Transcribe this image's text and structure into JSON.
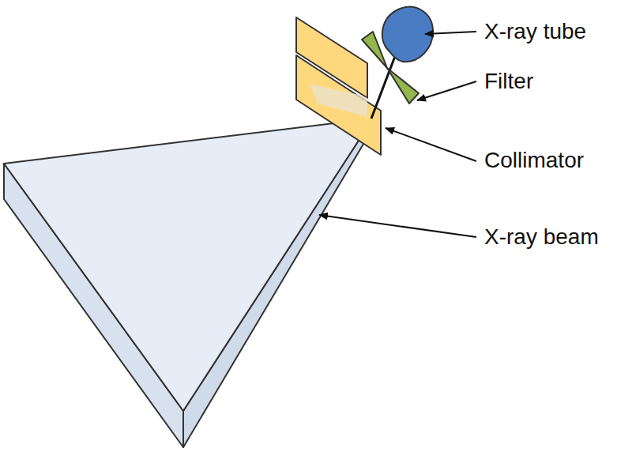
{
  "diagram": {
    "labels": [
      "X-ray tube",
      "Filter",
      "Collimator",
      "X-ray beam"
    ]
  }
}
